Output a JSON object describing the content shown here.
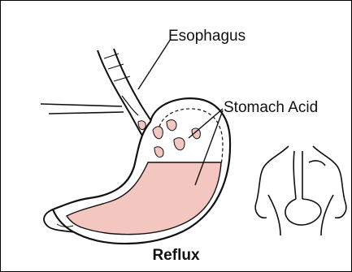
{
  "labels": {
    "esophagus": "Esophagus",
    "stomach_acid": "Stomach Acid"
  },
  "caption": "Reflux",
  "colors": {
    "acid_fill": "#f4c6c0",
    "outline": "#111111",
    "background": "#ffffff"
  }
}
